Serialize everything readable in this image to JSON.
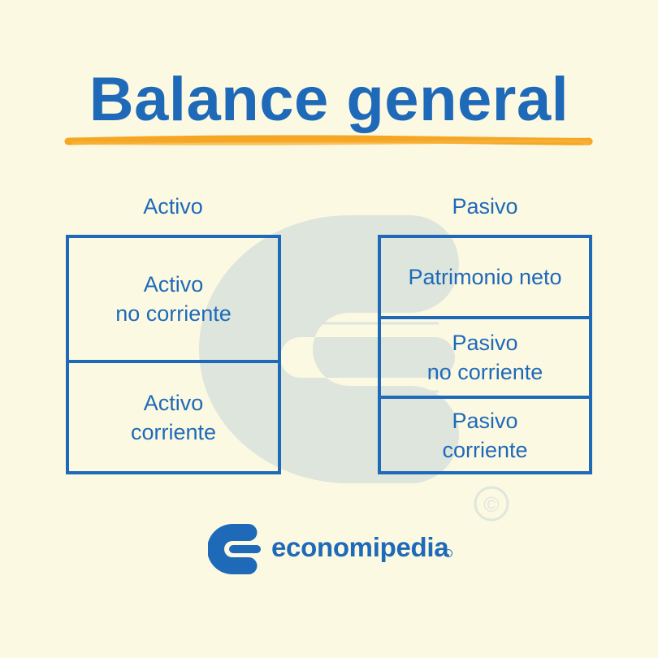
{
  "title": "Balance general",
  "activo": {
    "heading": "Activo",
    "cells": [
      {
        "line1": "Activo",
        "line2": "no corriente"
      },
      {
        "line1": "Activo",
        "line2": "corriente"
      }
    ]
  },
  "pasivo": {
    "heading": "Pasivo",
    "cells": [
      {
        "line1": "Patrimonio neto",
        "line2": ""
      },
      {
        "line1": "Pasivo",
        "line2": "no corriente"
      },
      {
        "line1": "Pasivo",
        "line2": "corriente"
      }
    ]
  },
  "brand": {
    "name": "economipedia",
    "logo_icon": "economipedia-logo-icon"
  },
  "watermark": {
    "icon": "economipedia-watermark-icon",
    "copyright_symbol": "©"
  },
  "colors": {
    "background": "#fcf9e3",
    "primary_blue": "#1f6ab8",
    "underline_orange": "#f5a623",
    "watermark": "#dfe6dc"
  }
}
